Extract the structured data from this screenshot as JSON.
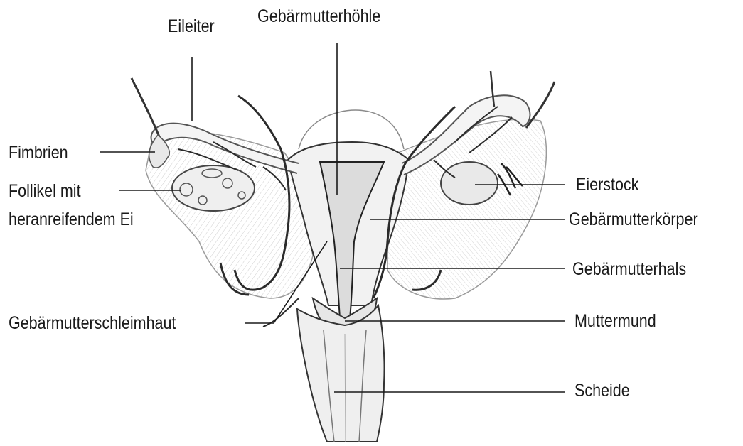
{
  "diagram": {
    "labels": {
      "eileiter": "Eileiter",
      "gebaermutterhoehle": "Gebärmutterhöhle",
      "fimbrien": "Fimbrien",
      "follikel_line1": "Follikel mit",
      "follikel_line2": "heranreifendem Ei",
      "eierstock": "Eierstock",
      "gebaermutterkoerper": "Gebärmutterkörper",
      "gebaermutterhals": "Gebärmutterhals",
      "gebaermutterschleimhaut": "Gebärmutterschleimhaut",
      "muttermund": "Muttermund",
      "scheide": "Scheide"
    },
    "colors": {
      "ink": "#1a1a1a",
      "tissue": "#f3f3f3",
      "tissue_shade": "#e2e2e2",
      "vessel": "#2b2b2b"
    }
  }
}
